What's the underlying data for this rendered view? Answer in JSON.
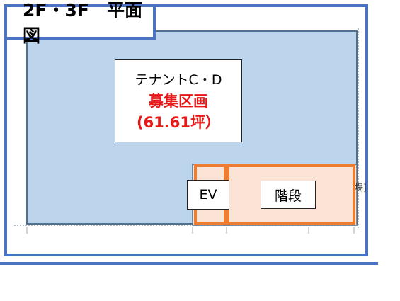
{
  "title": "2F・3F　平面図",
  "tenant_area": {
    "name": "テナントC・D",
    "status": "募集区画",
    "area": "(61.61坪）"
  },
  "elevator_label": "EV",
  "stairs_label": "階段",
  "edge_text": "場]",
  "colors": {
    "frame_border": "#4a73c4",
    "tenant_fill": "#bcd5ec",
    "core_fill": "#fbe4d6",
    "core_border": "#ed7d31",
    "highlight_text": "#e81818"
  }
}
